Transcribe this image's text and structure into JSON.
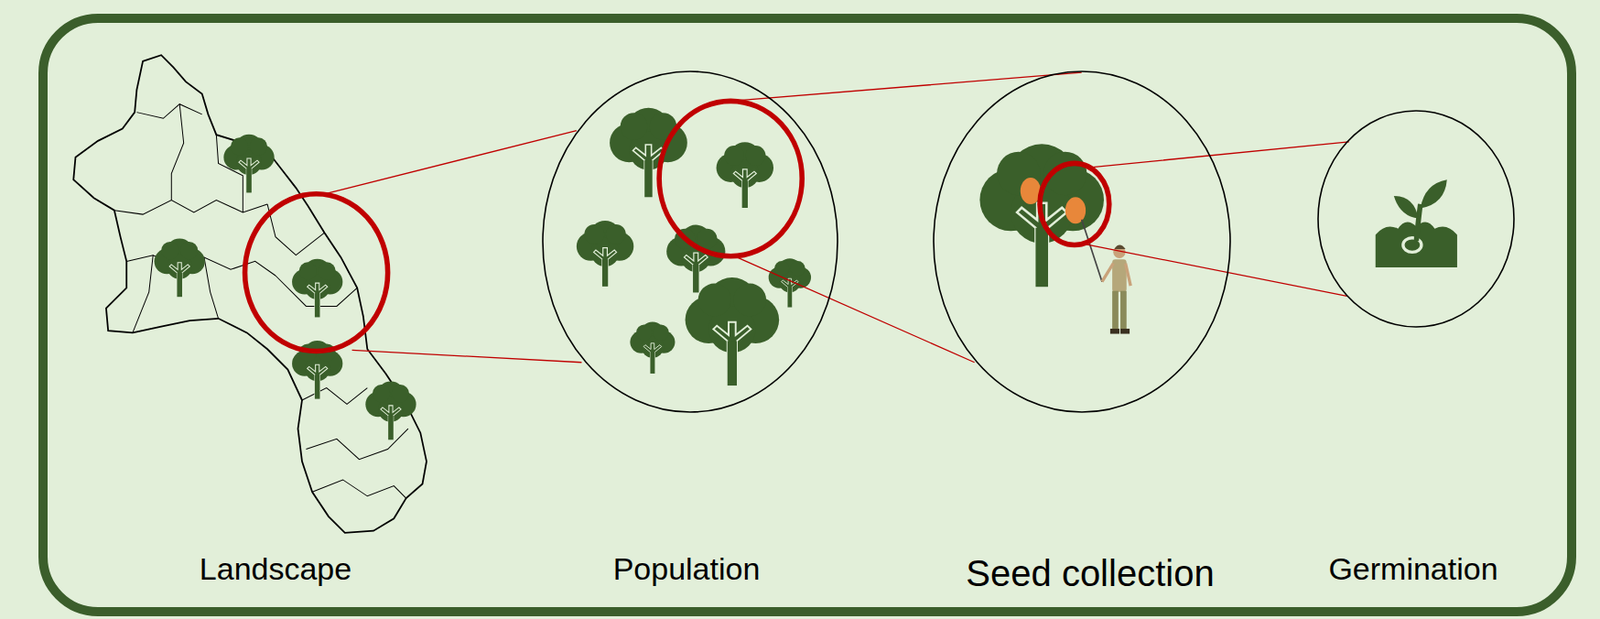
{
  "diagram": {
    "nodes": [
      {
        "text": [
          "Landscape"
        ]
      },
      {
        "text": [
          "Population"
        ]
      },
      {
        "text": [
          "Seed collection"
        ]
      },
      {
        "text": [
          "Germination"
        ]
      }
    ],
    "edges": [
      {
        "from": 0,
        "to": 1,
        "arrow": "none"
      },
      {
        "from": 1,
        "to": 2,
        "arrow": "none"
      },
      {
        "from": 2,
        "to": 3,
        "arrow": "none"
      }
    ]
  }
}
